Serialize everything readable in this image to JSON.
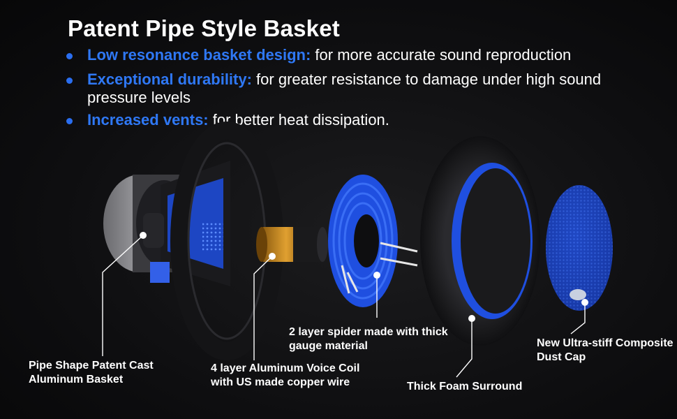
{
  "header": {
    "title": "Patent Pipe Style Basket"
  },
  "bullets": [
    {
      "head": "Low resonance basket design:",
      "text": " for more accurate sound reproduction"
    },
    {
      "head": "Exceptional durability:",
      "text": " for greater resistance to damage under high sound pressure levels"
    },
    {
      "head": "Increased vents:",
      "text": " for better heat dissipation."
    }
  ],
  "callouts": {
    "basket": "Pipe Shape Patent Cast Aluminum Basket",
    "coil": "4 layer Aluminum Voice Coil with US made copper wire",
    "spider": "2 layer spider made with thick gauge material",
    "surround": "Thick Foam Surround",
    "cap": "New Ultra-stiff Composite Dust Cap"
  },
  "colors": {
    "accent_blue": "#2f78f5",
    "background": "#0e0e10",
    "part_blue": "#1f4fe0"
  }
}
